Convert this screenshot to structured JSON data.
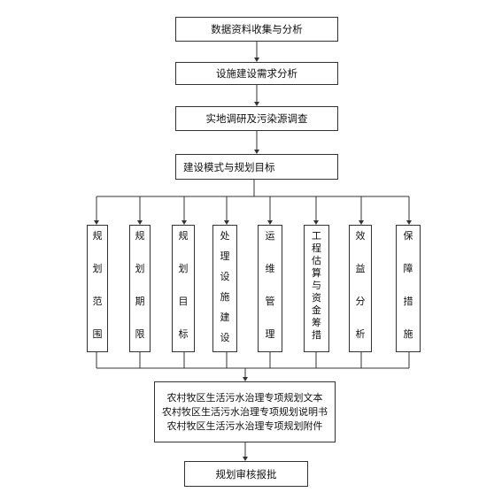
{
  "steps": {
    "step1": "数据资料收集与分析",
    "step2": "设施建设需求分析",
    "step3": "实地调研及污染源调查",
    "step4": "建设模式与规划目标"
  },
  "columns": [
    {
      "label": "规划范围",
      "gaps": [
        0,
        2,
        2,
        2
      ]
    },
    {
      "label": "规划期限",
      "gaps": [
        0,
        2,
        2,
        2
      ]
    },
    {
      "label": "规划目标",
      "gaps": [
        0,
        2,
        2,
        2
      ]
    },
    {
      "label": "处理设施建设",
      "gaps": [
        0,
        1,
        1,
        1,
        1,
        1
      ]
    },
    {
      "label": "运维管理",
      "gaps": [
        0,
        2,
        2,
        2
      ]
    },
    {
      "label": "工程估算与资金筹措",
      "gaps": [
        0,
        0,
        0,
        0,
        0,
        0,
        0,
        0,
        0
      ]
    },
    {
      "label": "效益分析",
      "gaps": [
        0,
        2,
        2,
        2
      ]
    },
    {
      "label": "保障措施",
      "gaps": [
        0,
        2,
        2,
        2
      ]
    }
  ],
  "outputs": [
    "农村牧区生活污水治理专项规划文本",
    "农村牧区生活污水治理专项规划说明书",
    "农村牧区生活污水治理专项规划附件"
  ],
  "final": "规划审核报批"
}
